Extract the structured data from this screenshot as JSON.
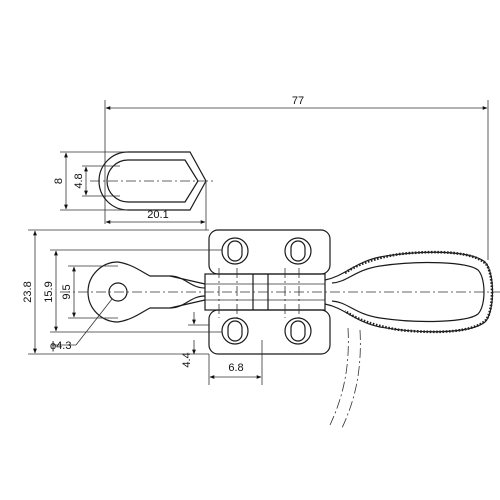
{
  "dimensions": {
    "overall_length": "77",
    "slot_height": "8",
    "slot_width": "4.8",
    "spindle_length": "20.1",
    "base_height": "23.8",
    "hole_spacing": "15.9",
    "hole_width": "9.5",
    "pivot_hole": "ϕ4.3",
    "base_offset": "4.4",
    "slot_offset": "6.8"
  }
}
